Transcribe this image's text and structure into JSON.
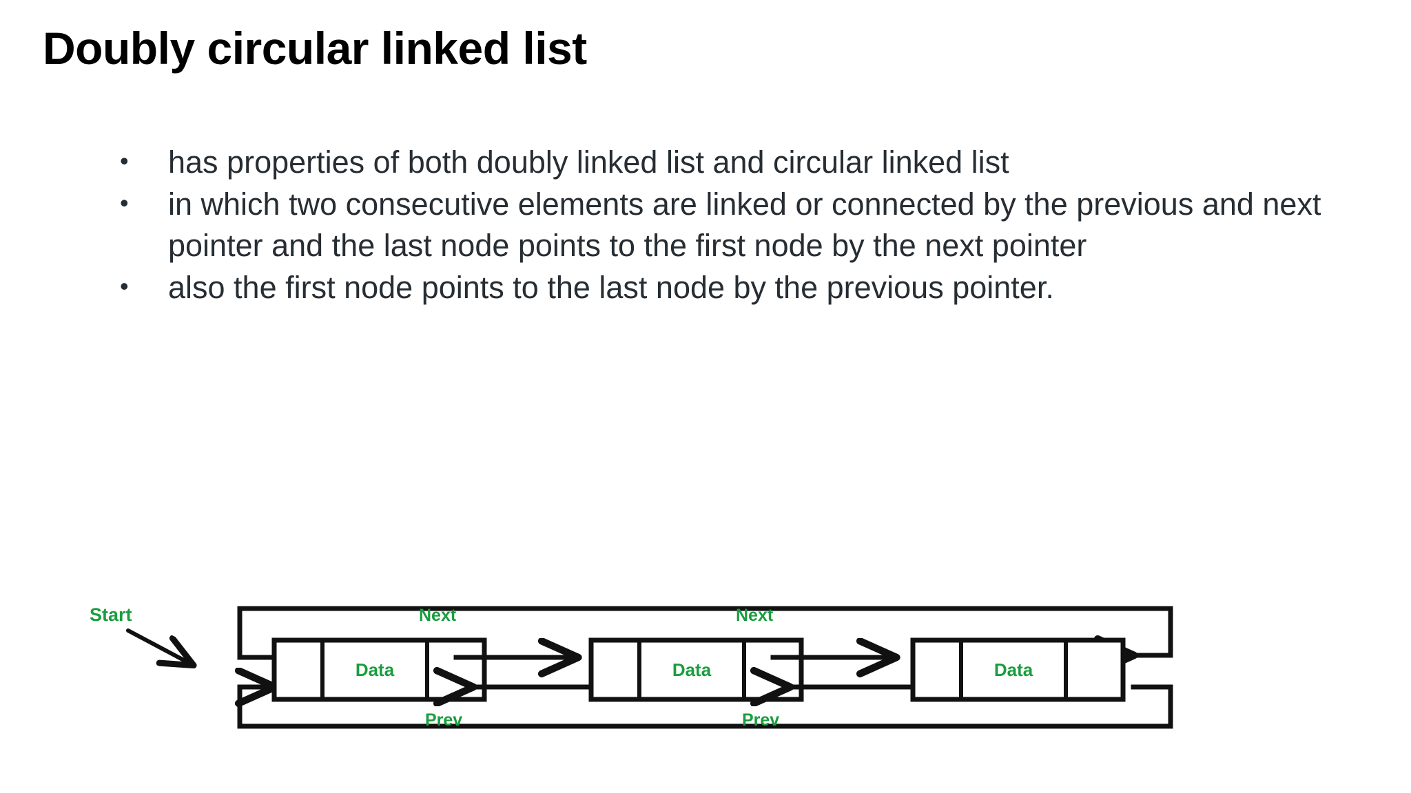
{
  "slide": {
    "title": "Doubly circular linked list",
    "bullet_marker": "•",
    "bullets": [
      "has properties of both doubly linked list and circular linked list",
      "in which two consecutive elements are linked or connected by the previous and next pointer and the last node points to the first node by the next pointer",
      "also the first node points to the last node by the previous pointer."
    ]
  },
  "diagram": {
    "name": "doubly-circular-linked-list-diagram",
    "start_label": "Start",
    "accent_color": "#1a9d3f",
    "line_color": "#111111",
    "nodes": [
      {
        "prev_cell": "",
        "data_label": "Data",
        "next_cell": ""
      },
      {
        "prev_cell": "",
        "data_label": "Data",
        "next_cell": ""
      },
      {
        "prev_cell": "",
        "data_label": "Data",
        "next_cell": ""
      }
    ],
    "links": [
      {
        "next_label": "Next",
        "prev_label": "Prev"
      },
      {
        "next_label": "Next",
        "prev_label": "Prev"
      }
    ]
  }
}
